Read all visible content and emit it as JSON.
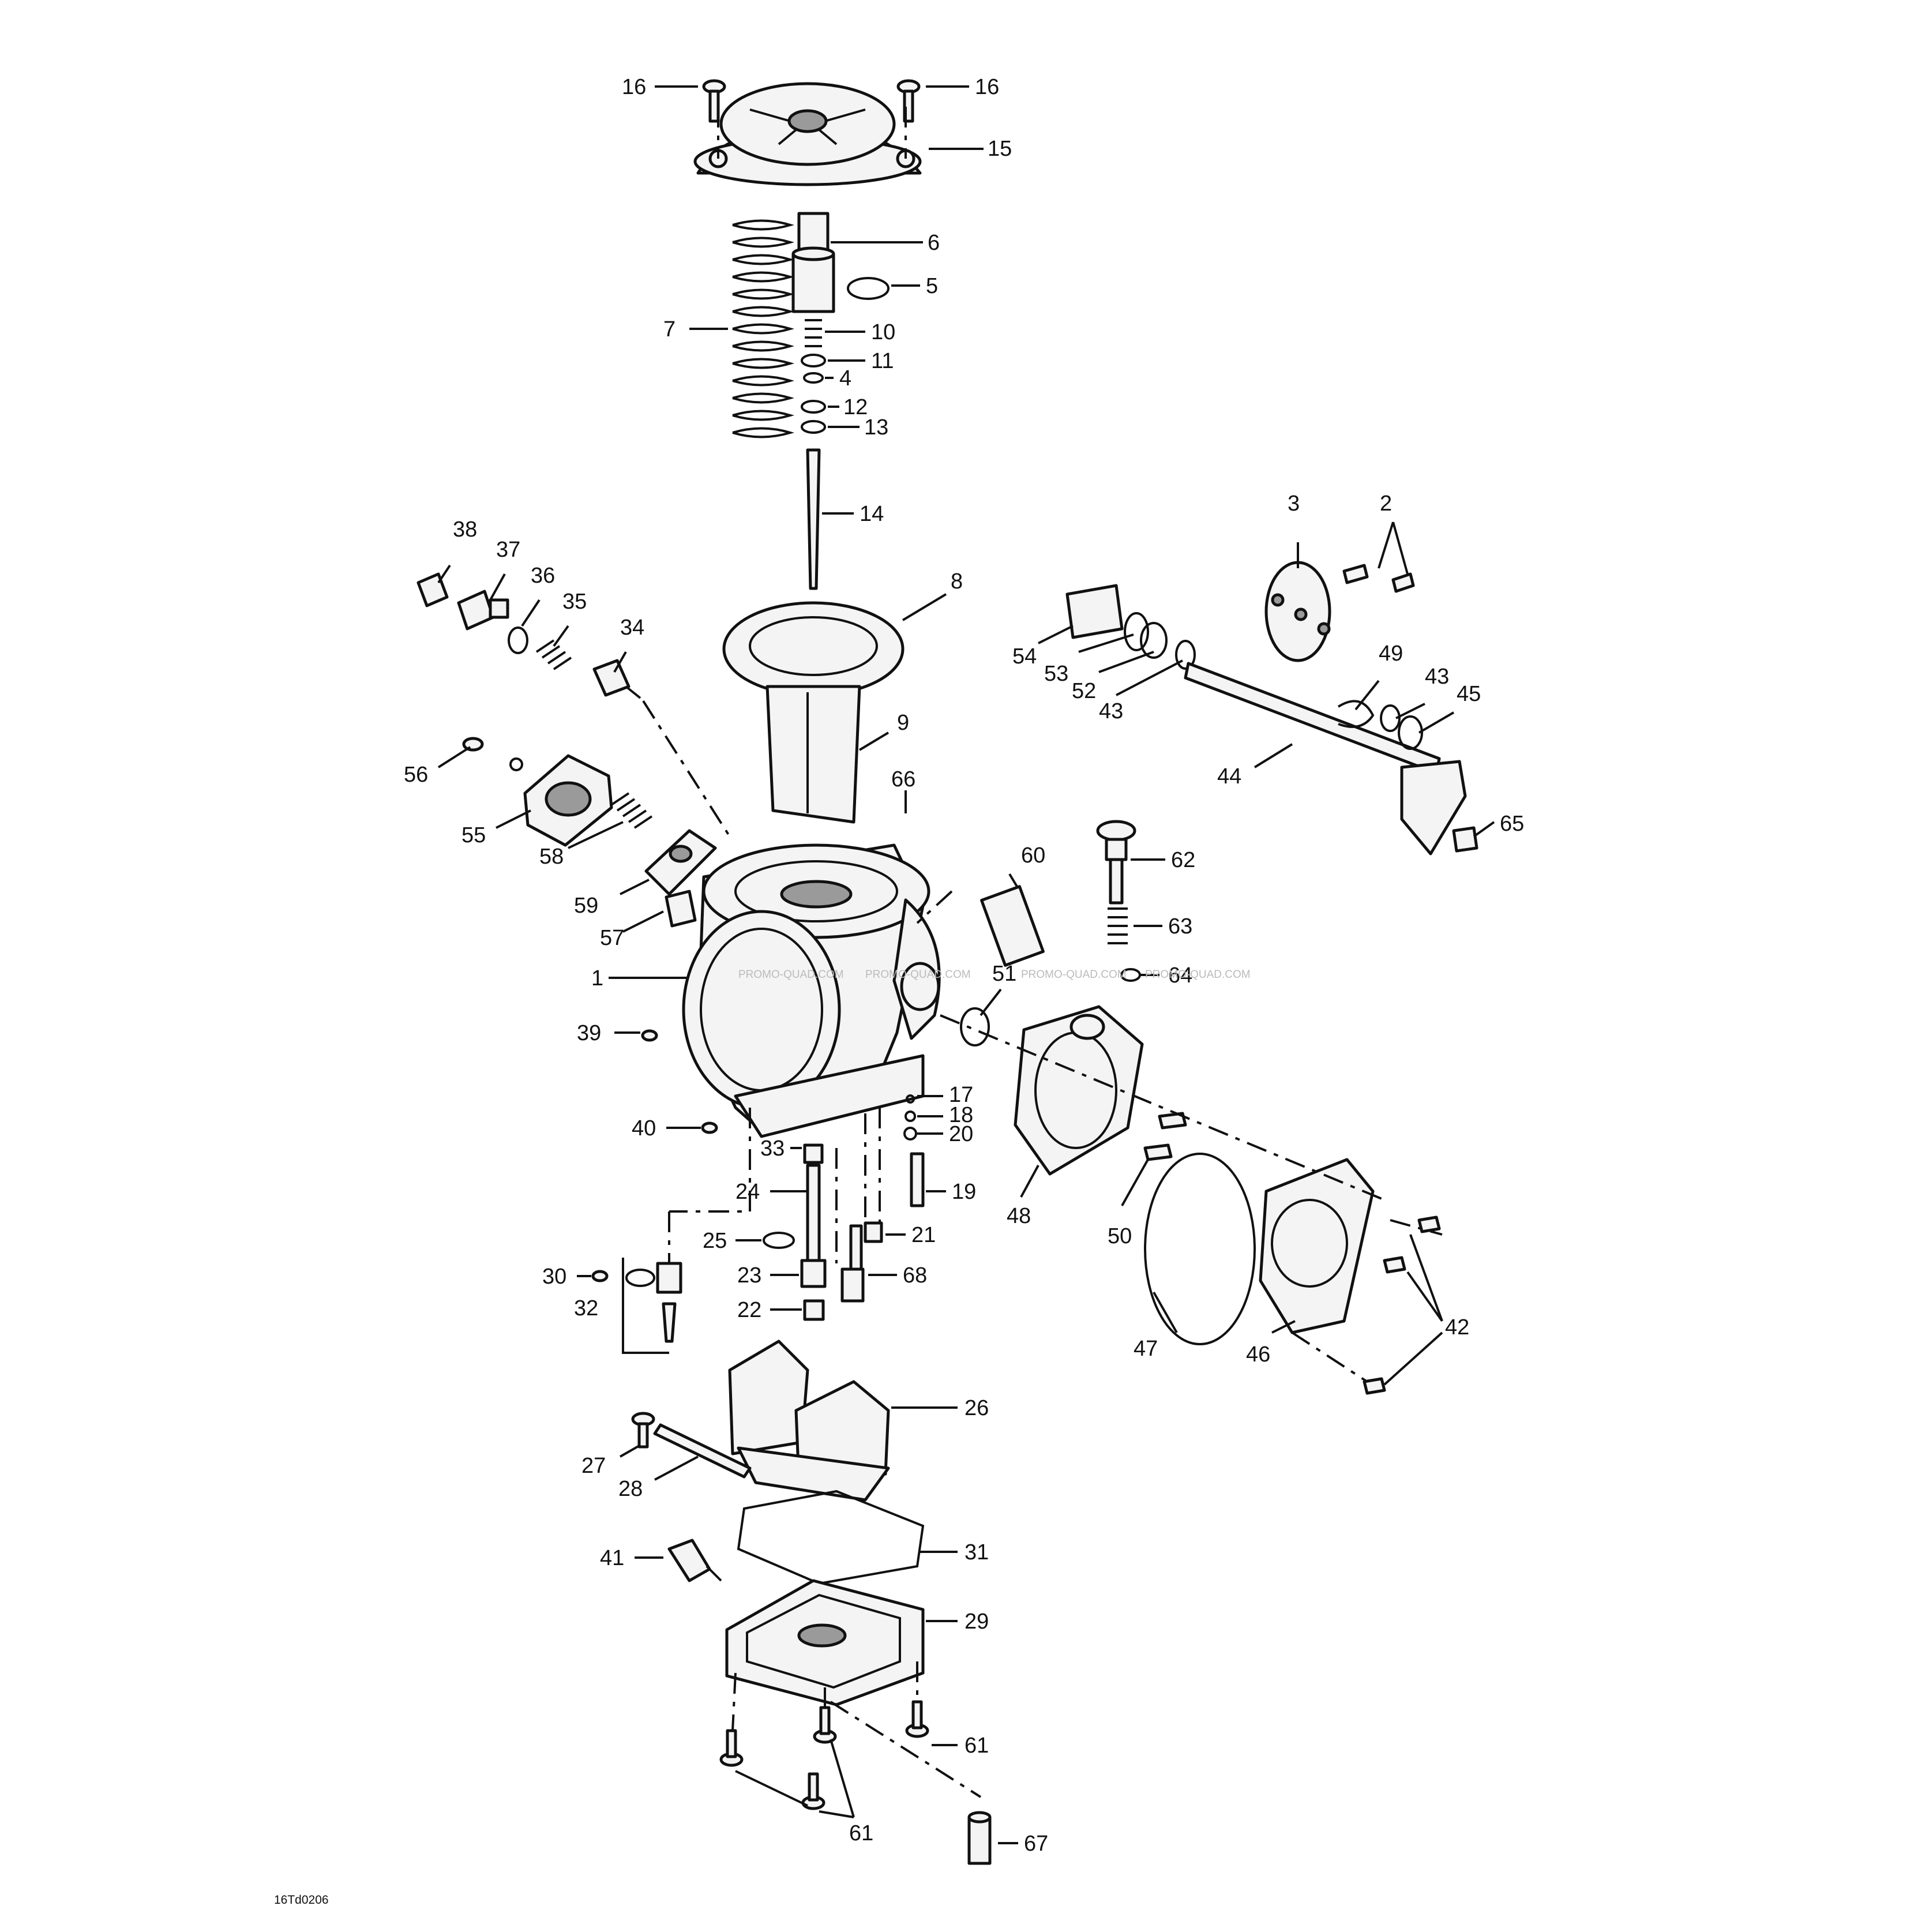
{
  "drawing_code": "16Td0206",
  "watermark": "PROMO-QUAD.COM",
  "callouts": [
    {
      "id": "c16a",
      "text": "16"
    },
    {
      "id": "c16b",
      "text": "16"
    },
    {
      "id": "c15",
      "text": "15"
    },
    {
      "id": "c6",
      "text": "6"
    },
    {
      "id": "c5",
      "text": "5"
    },
    {
      "id": "c7",
      "text": "7"
    },
    {
      "id": "c10",
      "text": "10"
    },
    {
      "id": "c11",
      "text": "11"
    },
    {
      "id": "c4",
      "text": "4"
    },
    {
      "id": "c12",
      "text": "12"
    },
    {
      "id": "c13",
      "text": "13"
    },
    {
      "id": "c14",
      "text": "14"
    },
    {
      "id": "c8",
      "text": "8"
    },
    {
      "id": "c9",
      "text": "9"
    },
    {
      "id": "c38",
      "text": "38"
    },
    {
      "id": "c37",
      "text": "37"
    },
    {
      "id": "c36",
      "text": "36"
    },
    {
      "id": "c35",
      "text": "35"
    },
    {
      "id": "c34",
      "text": "34"
    },
    {
      "id": "c3",
      "text": "3"
    },
    {
      "id": "c2",
      "text": "2"
    },
    {
      "id": "c54",
      "text": "54"
    },
    {
      "id": "c53",
      "text": "53"
    },
    {
      "id": "c52",
      "text": "52"
    },
    {
      "id": "c43a",
      "text": "43"
    },
    {
      "id": "c49",
      "text": "49"
    },
    {
      "id": "c43b",
      "text": "43"
    },
    {
      "id": "c45",
      "text": "45"
    },
    {
      "id": "c44",
      "text": "44"
    },
    {
      "id": "c65",
      "text": "65"
    },
    {
      "id": "c56",
      "text": "56"
    },
    {
      "id": "c55",
      "text": "55"
    },
    {
      "id": "c58",
      "text": "58"
    },
    {
      "id": "c66",
      "text": "66"
    },
    {
      "id": "c59",
      "text": "59"
    },
    {
      "id": "c57",
      "text": "57"
    },
    {
      "id": "c60",
      "text": "60"
    },
    {
      "id": "c62",
      "text": "62"
    },
    {
      "id": "c63",
      "text": "63"
    },
    {
      "id": "c64",
      "text": "64"
    },
    {
      "id": "c1",
      "text": "1"
    },
    {
      "id": "c51",
      "text": "51"
    },
    {
      "id": "c39",
      "text": "39"
    },
    {
      "id": "c17",
      "text": "17"
    },
    {
      "id": "c18",
      "text": "18"
    },
    {
      "id": "c20",
      "text": "20"
    },
    {
      "id": "c40",
      "text": "40"
    },
    {
      "id": "c33",
      "text": "33"
    },
    {
      "id": "c24",
      "text": "24"
    },
    {
      "id": "c19",
      "text": "19"
    },
    {
      "id": "c48",
      "text": "48"
    },
    {
      "id": "c50",
      "text": "50"
    },
    {
      "id": "c25",
      "text": "25"
    },
    {
      "id": "c21",
      "text": "21"
    },
    {
      "id": "c30",
      "text": "30"
    },
    {
      "id": "c23",
      "text": "23"
    },
    {
      "id": "c68",
      "text": "68"
    },
    {
      "id": "c32",
      "text": "32"
    },
    {
      "id": "c22",
      "text": "22"
    },
    {
      "id": "c47",
      "text": "47"
    },
    {
      "id": "c46",
      "text": "46"
    },
    {
      "id": "c42",
      "text": "42"
    },
    {
      "id": "c26",
      "text": "26"
    },
    {
      "id": "c27",
      "text": "27"
    },
    {
      "id": "c28",
      "text": "28"
    },
    {
      "id": "c41",
      "text": "41"
    },
    {
      "id": "c31",
      "text": "31"
    },
    {
      "id": "c29",
      "text": "29"
    },
    {
      "id": "c61a",
      "text": "61"
    },
    {
      "id": "c61b",
      "text": "61"
    },
    {
      "id": "c67",
      "text": "67"
    }
  ]
}
